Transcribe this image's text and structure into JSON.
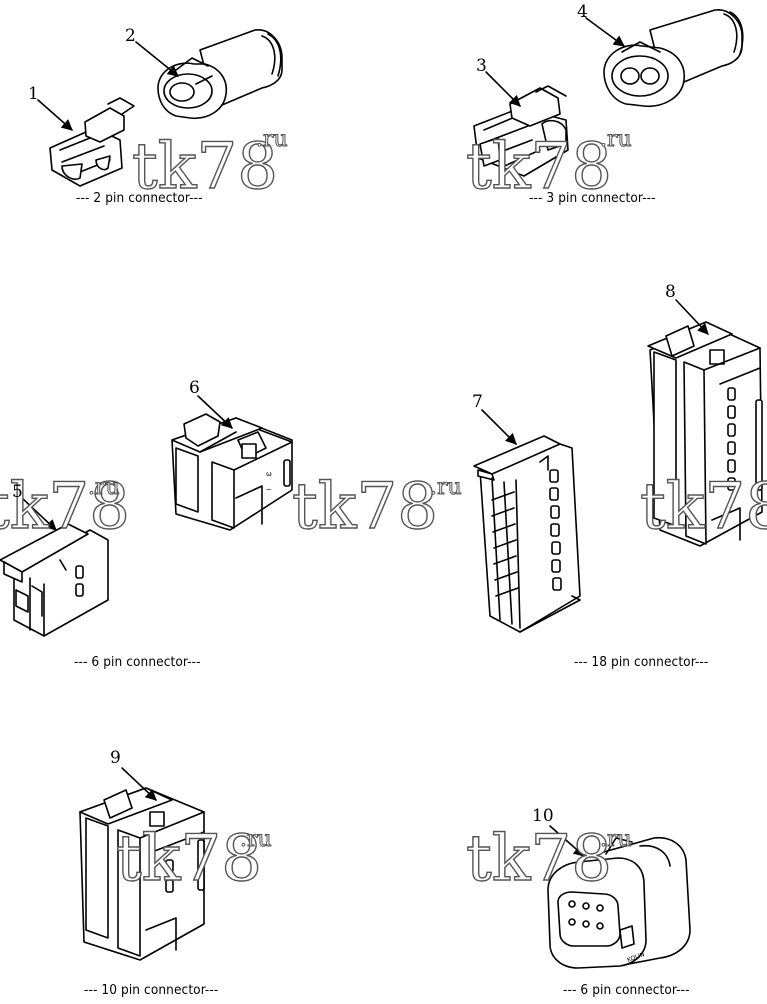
{
  "watermark": {
    "text": "tk78",
    "suffix": ".ru"
  },
  "callouts": {
    "c1": "1",
    "c2": "2",
    "c3": "3",
    "c4": "4",
    "c5": "5",
    "c6": "6",
    "c7": "7",
    "c8": "8",
    "c9": "9",
    "c10": "10"
  },
  "captions": {
    "two_pin": "--- 2 pin connector---",
    "three_pin": "--- 3 pin connector---",
    "six_pin_a": "--- 6 pin connector---",
    "eighteen_pin": "--- 18 pin connector---",
    "ten_pin": "--- 10 pin connector---",
    "six_pin_b": "--- 6 pin connector---"
  },
  "part_marking": "KOLIN"
}
